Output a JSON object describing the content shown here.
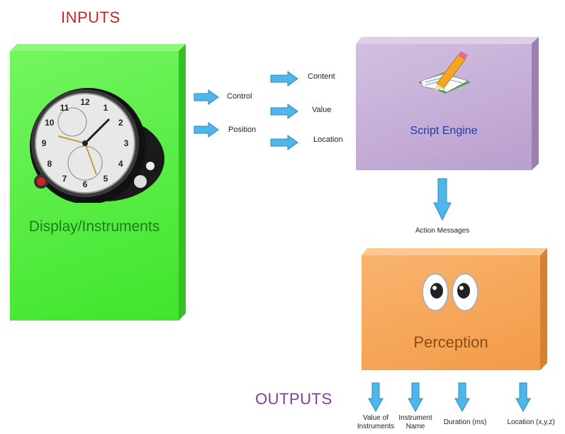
{
  "headings": {
    "inputs": "INPUTS",
    "outputs": "OUTPUTS"
  },
  "colors": {
    "inputs_heading": "#d42020",
    "outputs_heading": "#7a3fa0",
    "display_box": "#5ef04a",
    "script_box": "#c7b0d8",
    "perception_box": "#f7a75c",
    "arrow": "#4fb6ea"
  },
  "display": {
    "label": "Display/Instruments",
    "icon": "clock-instrument-icon"
  },
  "script_engine": {
    "label": "Script Engine",
    "icon": "pencil-book-icon"
  },
  "perception": {
    "label": "Perception",
    "icon": "eyes-icon"
  },
  "input_arrows": [
    "Control",
    "Position"
  ],
  "engine_arrows": [
    "Content",
    "Value",
    "Location"
  ],
  "action_messages": "Action Messages",
  "outputs": [
    {
      "line1": "Value of",
      "line2": "Instruments"
    },
    {
      "line1": "Instrument",
      "line2": "Name"
    },
    {
      "line1": "Duration (ms)",
      "line2": ""
    },
    {
      "line1": "Location (x,y,z)",
      "line2": ""
    }
  ],
  "clock_numbers": [
    "12",
    "1",
    "2",
    "3",
    "4",
    "5",
    "6",
    "7",
    "8",
    "9",
    "10",
    "11"
  ]
}
